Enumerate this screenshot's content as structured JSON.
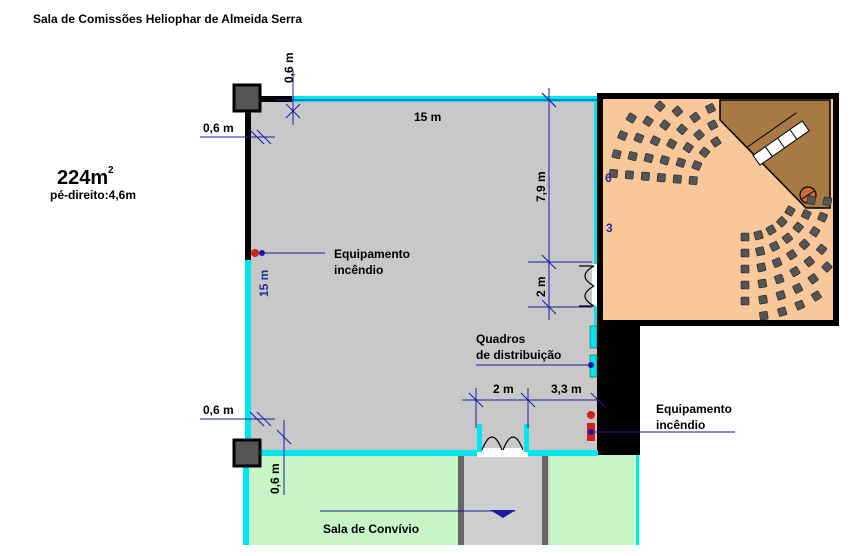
{
  "title": "Sala de Comissões Heliophar de Almeida Serra",
  "area": {
    "value": "224m",
    "exponent": "2",
    "ceiling": "pé-direito:4,6m"
  },
  "dimensions": {
    "top_offset": "0,6 m",
    "left_offset_top": "0,6 m",
    "left_offset_bottom": "0,6 m",
    "bottom_offset": "0,6 m",
    "width": "15 m",
    "height": "15 m",
    "right_upper": "7,9 m",
    "door_right": "2 m",
    "door_bottom": "2 m",
    "bottom_right": "3,3 m"
  },
  "labels": {
    "fire_equipment_1": [
      "Equipamento",
      "incêndio"
    ],
    "fire_equipment_2": [
      "Equipamento",
      "incêndio"
    ],
    "panels": [
      "Quadros",
      "de distribuição"
    ],
    "lounge": "Sala  de Convívio"
  },
  "auditorium_numbers": {
    "row_a": "6",
    "row_b": "3"
  },
  "colors": {
    "room_floor": "#c8c8c8",
    "glass_wall": "#00e5ee",
    "auditorium": "#f8c89a",
    "stage": "#a77a43",
    "lounge": "#c8f5c8",
    "seat": "#555555",
    "fire": "#cc2222"
  }
}
